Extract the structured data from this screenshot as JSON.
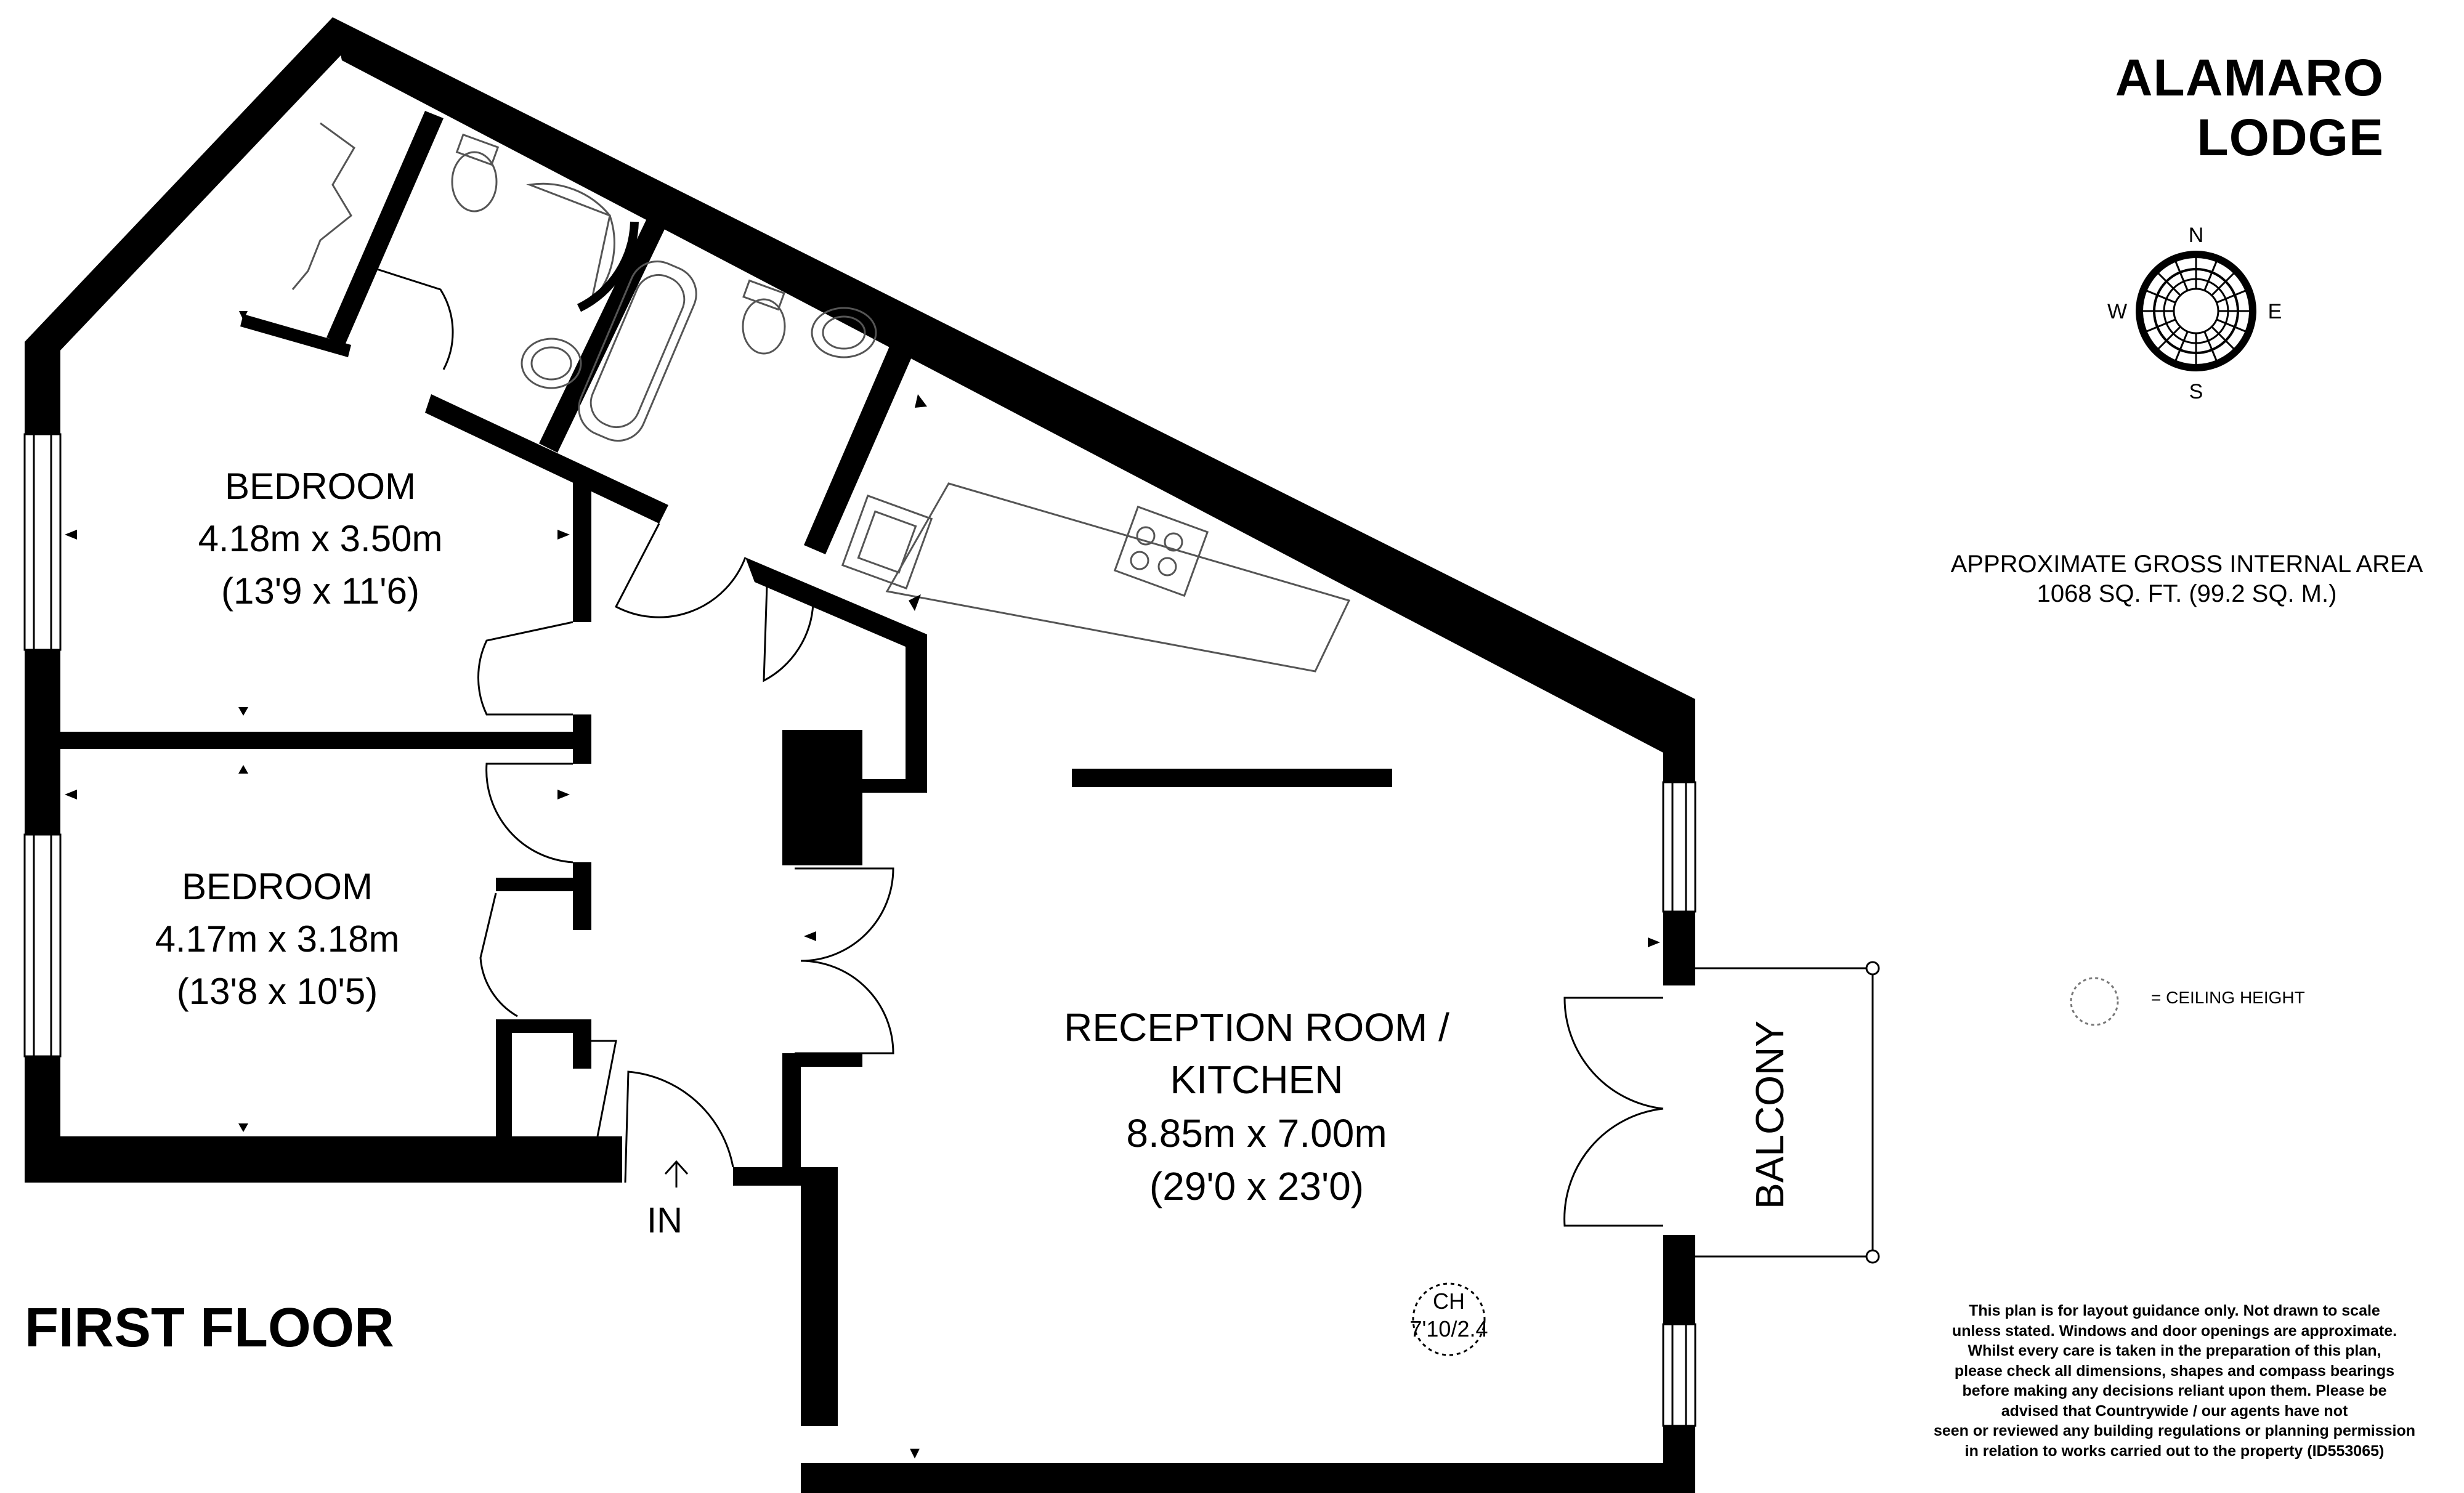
{
  "title": "ALAMARO LODGE",
  "floor": "FIRST FLOOR",
  "area": {
    "line1": "APPROXIMATE GROSS INTERNAL AREA",
    "line2": "1068 SQ. FT. (99.2 SQ. M.)"
  },
  "compass": {
    "n": "N",
    "s": "S",
    "e": "E",
    "w": "W"
  },
  "legend": {
    "text": "= CEILING HEIGHT"
  },
  "rooms": {
    "bedroom1": {
      "name": "BEDROOM",
      "metric": "4.18m x 3.50m",
      "imperial": "(13'9 x 11'6)"
    },
    "bedroom2": {
      "name": "BEDROOM",
      "metric": "4.17m x 3.18m",
      "imperial": "(13'8 x 10'5)"
    },
    "reception": {
      "name_line1": "RECEPTION ROOM /",
      "name_line2": "KITCHEN",
      "metric": "8.85m x 7.00m",
      "imperial": "(29'0 x 23'0)"
    },
    "balcony": {
      "name": "BALCONY"
    }
  },
  "entrance": {
    "label": "IN"
  },
  "ceiling_height": {
    "label": "CH",
    "value": "7'10/2.4"
  },
  "disclaimer": [
    "This plan is for layout guidance only. Not drawn to scale",
    "unless stated. Windows and door openings are approximate.",
    "Whilst every care is taken in the preparation of this plan,",
    "please check all dimensions, shapes and compass bearings",
    "before making any decisions reliant upon them. Please be",
    "advised that Countrywide / our agents have not",
    "seen or reviewed any building regulations or planning permission",
    "in relation to works carried out to the property (ID553065)"
  ],
  "colors": {
    "wall": "#000000",
    "background": "#ffffff",
    "fixture": "#555555"
  }
}
